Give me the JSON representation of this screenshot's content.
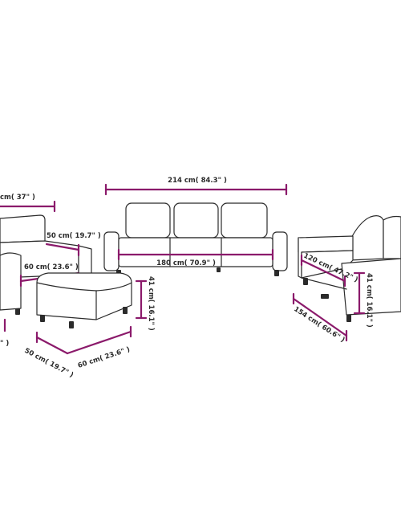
{
  "colors": {
    "dimension": "#8b1a6b",
    "outline": "#2b2b2b",
    "background": "#ffffff"
  },
  "dims": {
    "sofa3_width": "214 cm( 84.3\" )",
    "sofa3_seat_width": "180 cm( 70.9\" )",
    "armchair_width": "cm( 37\" )",
    "armchair_seat_depth": "50 cm( 19.7\" )",
    "armchair_seat_width": "60 cm( 23.6\" )",
    "armchair_partial": "\" )",
    "footstool_height": "41 cm( 16.1\" )",
    "footstool_depth": "50 cm( 19.7\" )",
    "footstool_width": "60 cm( 23.6\" )",
    "sofa2_seat_width": "120 cm( 47.2\" )",
    "sofa2_width": "154 cm( 60.6\" )",
    "sofa2_height": "41 cm( 16.1\" )"
  }
}
